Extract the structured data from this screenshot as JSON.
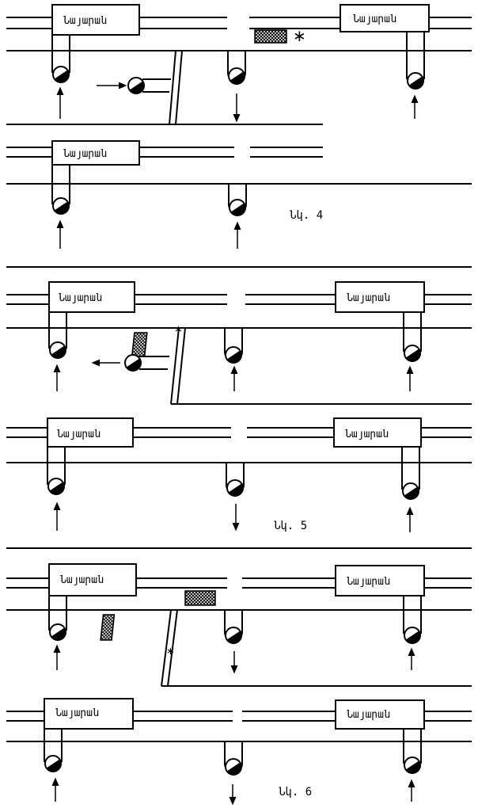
{
  "box_label": "Նայարան",
  "figures": [
    {
      "caption": "Նկ. 4"
    },
    {
      "caption": "Նկ. 5"
    },
    {
      "caption": "Նկ. 6"
    }
  ]
}
